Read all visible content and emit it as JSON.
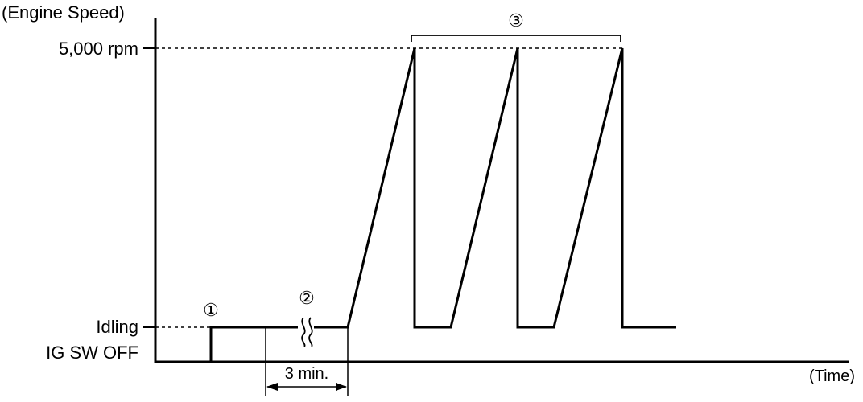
{
  "diagram": {
    "y_axis_label": "(Engine Speed)",
    "x_axis_label": "(Time)",
    "y_levels": {
      "high": "5,000 rpm",
      "idle": "Idling",
      "off": "IG SW OFF"
    },
    "steps": [
      "①",
      "②",
      "③"
    ],
    "duration_label": "3 min."
  }
}
